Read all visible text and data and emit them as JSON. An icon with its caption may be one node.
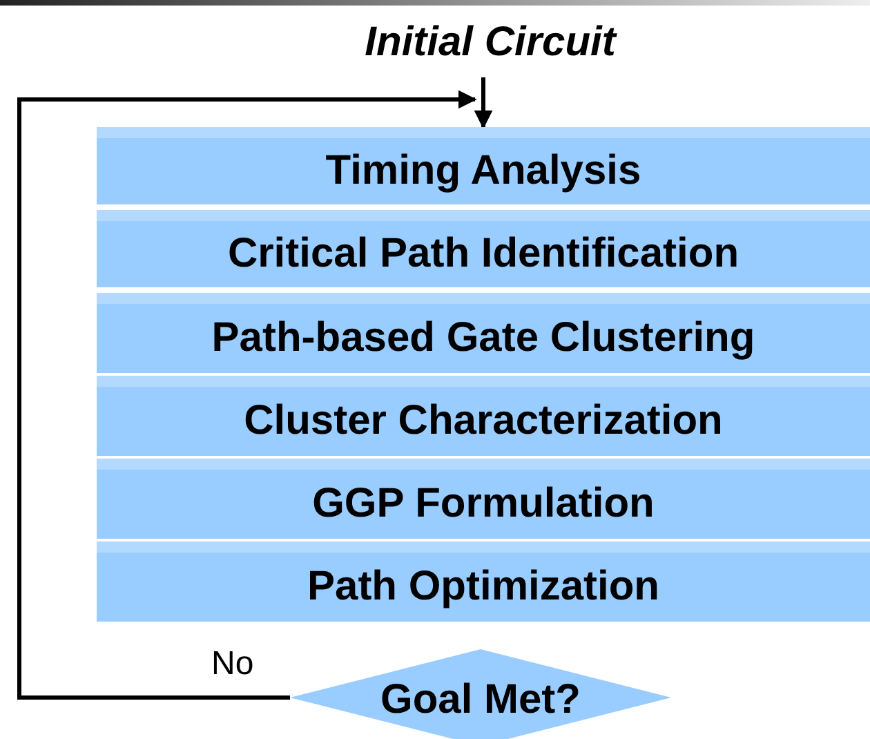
{
  "diagram": {
    "nodes": [
      {
        "text": [
          "Initial Circuit"
        ]
      },
      {
        "text": [
          "Timing Analysis"
        ]
      },
      {
        "text": [
          "Critical Path Identification"
        ]
      },
      {
        "text": [
          "Path-based Gate Clustering"
        ]
      },
      {
        "text": [
          "Cluster Characterization"
        ]
      },
      {
        "text": [
          "GGP Formulation"
        ]
      },
      {
        "text": [
          "Path Optimization"
        ]
      },
      {
        "text": [
          "Goal Met?"
        ]
      }
    ],
    "edges": [
      {
        "from": 0,
        "to": 1,
        "arrow": "to"
      },
      {
        "from": 7,
        "to": 1,
        "arrow": "to",
        "label": "No"
      }
    ]
  }
}
